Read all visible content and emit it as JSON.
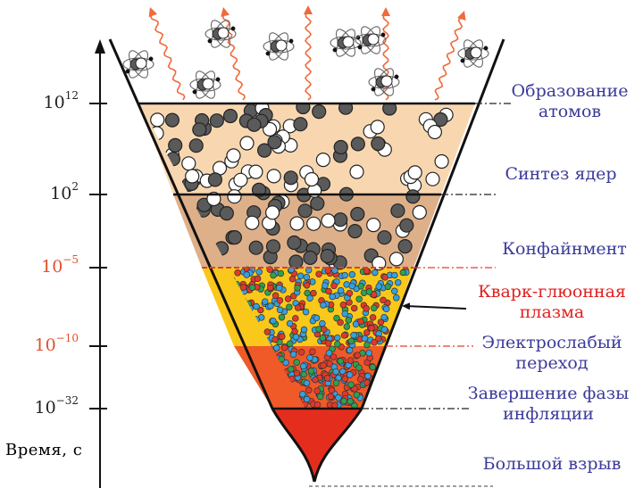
{
  "axis": {
    "title": "Время, с",
    "ticks": [
      {
        "base": "10",
        "exp": "12",
        "color": "#222222"
      },
      {
        "base": "10",
        "exp": "2",
        "color": "#222222"
      },
      {
        "base": "10",
        "exp": "−5",
        "color": "#e0502a"
      },
      {
        "base": "10",
        "exp": "−10",
        "color": "#e0502a"
      },
      {
        "base": "10",
        "exp": "−32",
        "color": "#222222"
      }
    ]
  },
  "eras": [
    {
      "line1": "Образование",
      "line2": "атомов",
      "color": "#3a3a9a"
    },
    {
      "line1": "Синтез ядер",
      "line2": "",
      "color": "#3a3a9a"
    },
    {
      "line1": "Конфайнмент",
      "line2": "",
      "color": "#3a3a9a"
    },
    {
      "line1": "Кварк-глюонная",
      "line2": "плазма",
      "color": "#e02020"
    },
    {
      "line1": "Электрослабый",
      "line2": "переход",
      "color": "#3a3a9a"
    },
    {
      "line1": "Завершение фазы",
      "line2": "инфляции",
      "color": "#3a3a9a"
    },
    {
      "line1": "Большой взрыв",
      "line2": "",
      "color": "#3a3a9a"
    }
  ],
  "colors": {
    "atom_zone": "#f8d7b0",
    "nucleus_zone": "#deb089",
    "plasma_zone": "#f9c81a",
    "electroweak_zone": "#f05a28",
    "inflation_zone": "#e52d1e",
    "photon": "#f06a3a",
    "dashdot_dark": "#222222",
    "dashdot_red": "#e0402a"
  }
}
